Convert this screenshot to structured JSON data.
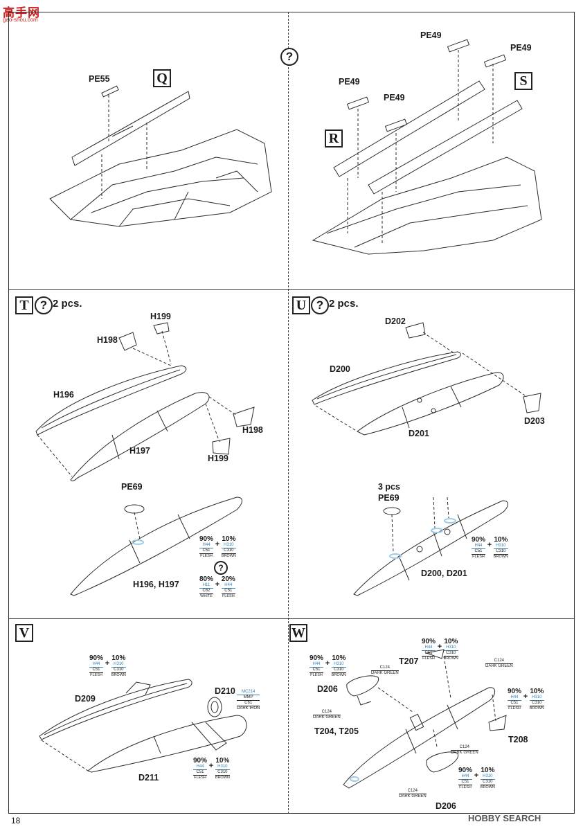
{
  "watermark_top": {
    "logo": "高手网",
    "url": "gao-shou.com"
  },
  "watermark_bottom": "HOBBY SEARCH",
  "page_number": "18",
  "help_glyph": "?",
  "panels": {
    "qs": {
      "steps": [
        "Q",
        "R",
        "S"
      ],
      "labels": [
        "PE55",
        "PE49",
        "PE49",
        "PE49",
        "PE49"
      ]
    },
    "t": {
      "step": "T",
      "qty": "2 pcs.",
      "labels": [
        "H199",
        "H198",
        "H196",
        "H198",
        "H197",
        "H199",
        "PE69",
        "H196, H197"
      ],
      "mix1": {
        "p1": "90%",
        "p2": "10%",
        "a1": "H44",
        "b1": "C51",
        "n1": "FLESH",
        "a2": "H310",
        "b2": "C310",
        "n2": "BROWN"
      },
      "mix2": {
        "p1": "80%",
        "p2": "20%",
        "a1": "H11",
        "b1": "C62",
        "n1": "WHITE",
        "a2": "H44",
        "b2": "C51",
        "n2": "FLESH"
      }
    },
    "u": {
      "step": "U",
      "qty": "2 pcs.",
      "labels": [
        "D202",
        "D200",
        "D203",
        "D201",
        "3 pcs",
        "PE69",
        "D200, D201"
      ],
      "mix1": {
        "p1": "90%",
        "p2": "10%",
        "a1": "H44",
        "b1": "C51",
        "n1": "FLESH",
        "a2": "H310",
        "b2": "C310",
        "n2": "BROWN"
      }
    },
    "v": {
      "step": "V",
      "labels": [
        "D209",
        "D210",
        "D211"
      ],
      "mix1": {
        "p1": "90%",
        "p2": "10%",
        "a1": "H44",
        "b1": "C51",
        "n1": "FLESH",
        "a2": "H310",
        "b2": "C310",
        "n2": "BROWN"
      },
      "mix2": {
        "p1": "90%",
        "p2": "10%",
        "a1": "H44",
        "b1": "C51",
        "n1": "FLESH",
        "a2": "H310",
        "b2": "C310",
        "n2": "BROWN"
      },
      "chip": {
        "a": "MC214",
        "b": "MMP",
        "c": "C61",
        "n": "DARK IRON"
      }
    },
    "w": {
      "step": "W",
      "labels": [
        "T207",
        "D206",
        "T204, T205",
        "T208",
        "D206"
      ],
      "mix1": {
        "p1": "90%",
        "p2": "10%",
        "a1": "H44",
        "b1": "C51",
        "n1": "FLESH",
        "a2": "H310",
        "b2": "C310",
        "n2": "BROWN"
      },
      "mix2": {
        "p1": "90%",
        "p2": "10%",
        "a1": "H44",
        "b1": "C51",
        "n1": "FLESH",
        "a2": "H310",
        "b2": "C310",
        "n2": "BROWN"
      },
      "mix3": {
        "p1": "90%",
        "p2": "10%",
        "a1": "H44",
        "b1": "C51",
        "n1": "FLESH",
        "a2": "H310",
        "b2": "C310",
        "n2": "BROWN"
      },
      "mix4": {
        "p1": "90%",
        "p2": "10%",
        "a1": "H44",
        "b1": "C51",
        "n1": "FLESH",
        "a2": "H310",
        "b2": "C310",
        "n2": "BROWN"
      },
      "chips": [
        {
          "code": "C124",
          "name": "DARK GREEN"
        },
        {
          "code": "C124",
          "name": "DARK GREEN"
        },
        {
          "code": "C124",
          "name": "DARK GREEN"
        },
        {
          "code": "C124",
          "name": "DARK GREEN"
        },
        {
          "code": "C124",
          "name": "DARK GREEN"
        }
      ]
    }
  },
  "colors": {
    "paint_code": "#3a7fb0",
    "highlight": "#9fcbe6",
    "line": "#2a2a2a",
    "logo": "#cc1f1f"
  }
}
